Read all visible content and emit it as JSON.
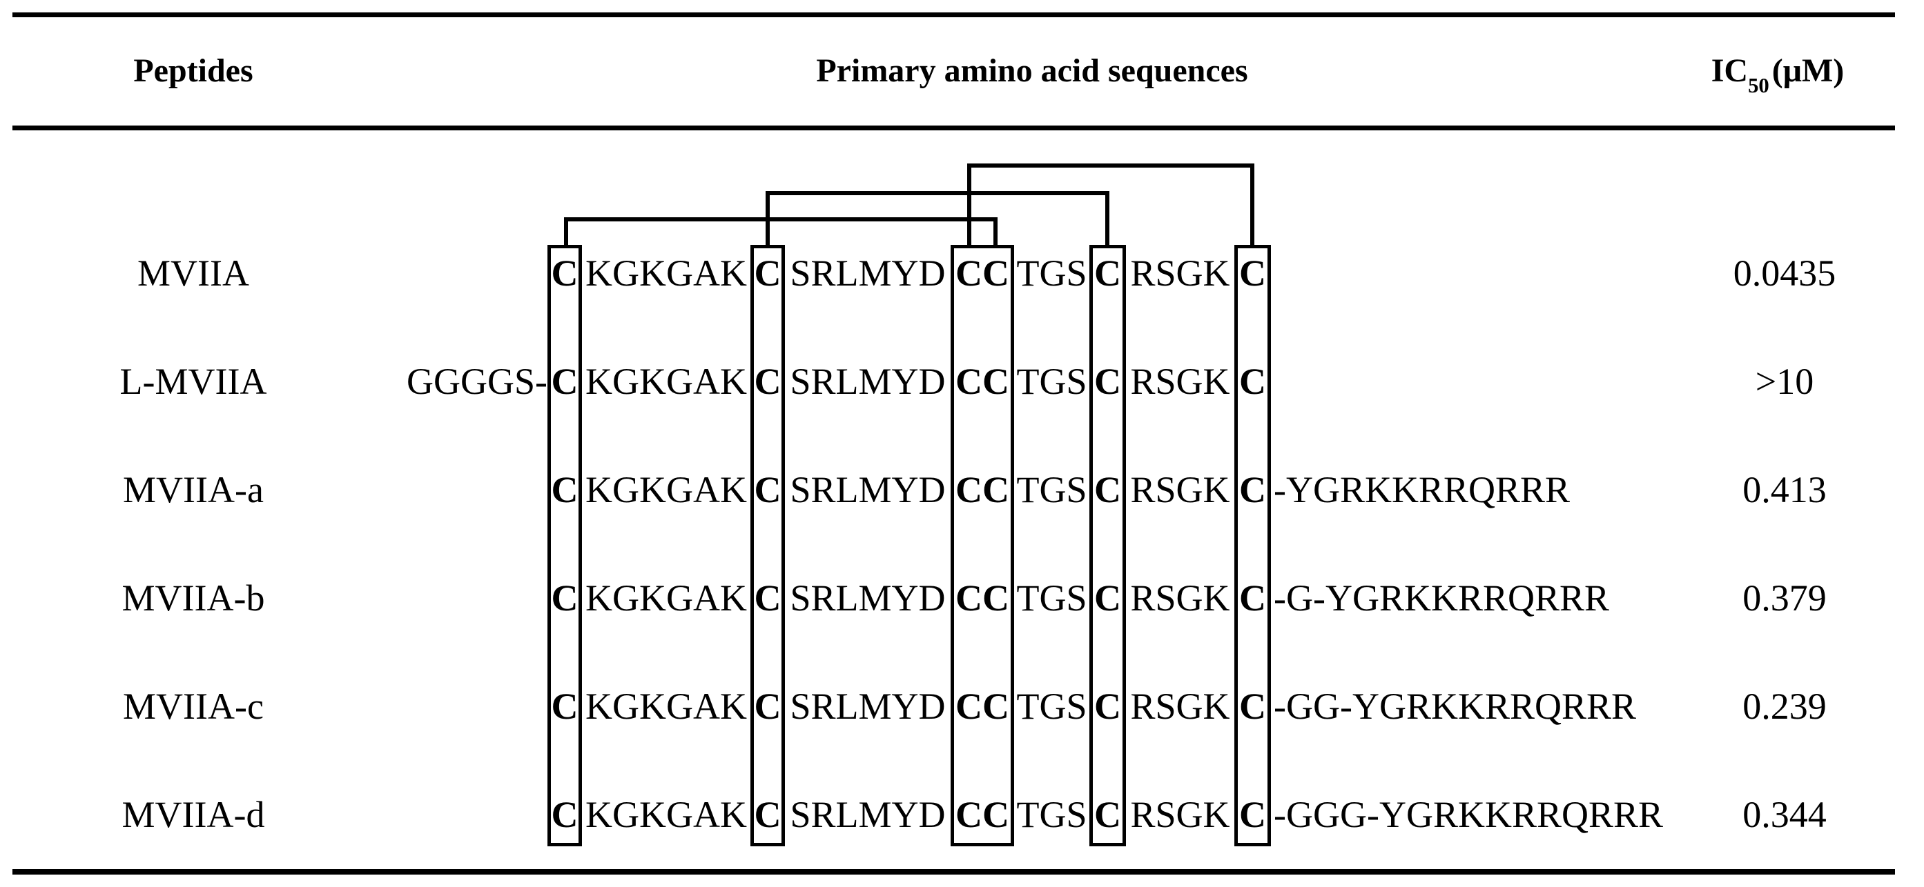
{
  "colors": {
    "text": "#000000",
    "background": "#ffffff"
  },
  "table": {
    "headers": {
      "peptides": "Peptides",
      "sequences": "Primary amino acid sequences",
      "ic50_base": "IC",
      "ic50_sub": "50",
      "ic50_unit": "(μM)"
    },
    "rows": [
      {
        "label": "MVIIA",
        "prefix": "",
        "c1": "C",
        "seg1": "KGKGAK",
        "c2": "C",
        "seg2": "SRLMYD",
        "c34": "CC",
        "seg3": "TGS",
        "c5": "C",
        "seg4": "RSGK",
        "c6": "C",
        "suffix": "",
        "ic50": "0.0435"
      },
      {
        "label": "L-MVIIA",
        "prefix": "GGGGS-",
        "c1": "C",
        "seg1": "KGKGAK",
        "c2": "C",
        "seg2": "SRLMYD",
        "c34": "CC",
        "seg3": "TGS",
        "c5": "C",
        "seg4": "RSGK",
        "c6": "C",
        "suffix": "",
        "ic50": ">10"
      },
      {
        "label": "MVIIA-a",
        "prefix": "",
        "c1": "C",
        "seg1": "KGKGAK",
        "c2": "C",
        "seg2": "SRLMYD",
        "c34": "CC",
        "seg3": "TGS",
        "c5": "C",
        "seg4": "RSGK",
        "c6": "C",
        "suffix": "-YGRKKRRQRRR",
        "ic50": "0.413"
      },
      {
        "label": "MVIIA-b",
        "prefix": "",
        "c1": "C",
        "seg1": "KGKGAK",
        "c2": "C",
        "seg2": "SRLMYD",
        "c34": "CC",
        "seg3": "TGS",
        "c5": "C",
        "seg4": "RSGK",
        "c6": "C",
        "suffix": "-G-YGRKKRRQRRR",
        "ic50": "0.379"
      },
      {
        "label": "MVIIA-c",
        "prefix": "",
        "c1": "C",
        "seg1": "KGKGAK",
        "c2": "C",
        "seg2": "SRLMYD",
        "c34": "CC",
        "seg3": "TGS",
        "c5": "C",
        "seg4": "RSGK",
        "c6": "C",
        "suffix": "-GG-YGRKKRRQRRR",
        "ic50": "0.239"
      },
      {
        "label": "MVIIA-d",
        "prefix": "",
        "c1": "C",
        "seg1": "KGKGAK",
        "c2": "C",
        "seg2": "SRLMYD",
        "c34": "CC",
        "seg3": "TGS",
        "c5": "C",
        "seg4": "RSGK",
        "c6": "C",
        "suffix": "-GGG-YGRKKRRQRRR",
        "ic50": "0.344"
      }
    ],
    "disulfide_bonds": {
      "note": "brackets drawn above sequences linking boxed cysteine columns",
      "pairs": [
        [
          1,
          4
        ],
        [
          2,
          5
        ],
        [
          3,
          6
        ]
      ]
    }
  }
}
